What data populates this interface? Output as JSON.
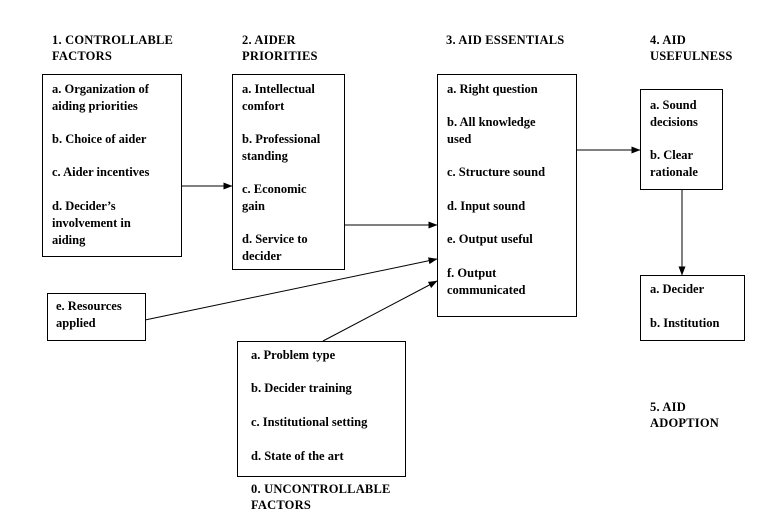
{
  "diagram": {
    "stages": {
      "controllable": {
        "title": [
          "1. CONTROLLABLE",
          "FACTORS"
        ],
        "items": [
          [
            "a. Organization of",
            "aiding priorities"
          ],
          [
            "b. Choice of aider"
          ],
          [
            "c. Aider incentives"
          ],
          [
            "d. Decider’s",
            "involvement in",
            "aiding"
          ]
        ]
      },
      "priorities": {
        "title": [
          "2. AIDER",
          "PRIORITIES"
        ],
        "items": [
          [
            "a. Intellectual",
            "comfort"
          ],
          [
            "b. Professional",
            "standing"
          ],
          [
            "c. Economic",
            "gain"
          ],
          [
            "d. Service to",
            "decider"
          ]
        ]
      },
      "essentials": {
        "title": [
          "3. AID ESSENTIALS"
        ],
        "items": [
          [
            "a. Right question"
          ],
          [
            "b. All knowledge",
            "used"
          ],
          [
            "c. Structure sound"
          ],
          [
            "d. Input sound"
          ],
          [
            "e. Output useful"
          ],
          [
            "f. Output",
            "communicated"
          ]
        ]
      },
      "usefulness": {
        "title": [
          "4. AID",
          "USEFULNESS"
        ],
        "items": [
          [
            "a. Sound",
            "decisions"
          ],
          [
            "b. Clear",
            "rationale"
          ]
        ]
      },
      "adoption": {
        "title": [
          "5. AID",
          "ADOPTION"
        ],
        "items": [
          [
            "a. Decider"
          ],
          [
            "b. Institution"
          ]
        ]
      },
      "resources": {
        "items": [
          [
            "e. Resources",
            "applied"
          ]
        ]
      },
      "uncontrollable": {
        "title": [
          "0. UNCONTROLLABLE",
          "FACTORS"
        ],
        "items": [
          [
            "a. Problem type"
          ],
          [
            "b. Decider training"
          ],
          [
            "c. Institutional setting"
          ],
          [
            "d. State of the art"
          ]
        ]
      }
    }
  }
}
